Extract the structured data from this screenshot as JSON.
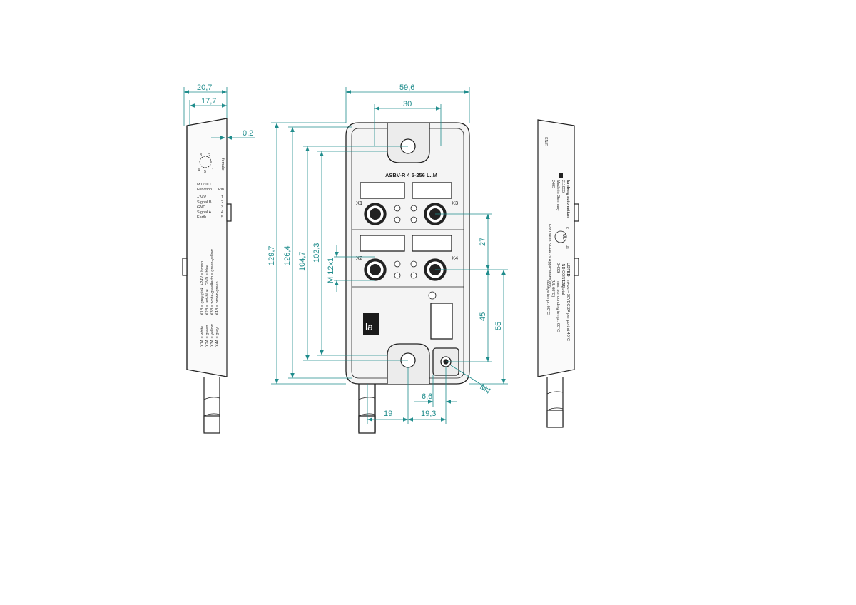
{
  "colors": {
    "dimension": "#1f8c8c",
    "outline": "#222222",
    "body_fill": "#f4f4f4"
  },
  "front": {
    "model": "ASBV-R 4 5-256 L..M",
    "ports": [
      "X1",
      "X2",
      "X3",
      "X4"
    ],
    "logo": "la"
  },
  "dimensions": {
    "top_width": "59,6",
    "top_hole_pitch": "30",
    "height_total": "129,7",
    "height_1264": "126,4",
    "height_1047": "104,7",
    "height_1023": "102,3",
    "thread": "M 12x1",
    "port_pitch": "27",
    "d45": "45",
    "d55": "55",
    "bottom_19": "19",
    "bottom_193": "19,3",
    "bottom_66": "6,6",
    "earth_screw": "M4",
    "side_total": "20,7",
    "side_inner": "17,7",
    "side_step": "0,2"
  },
  "left_side": {
    "connector_label": "female",
    "pin_numbers": [
      "3",
      "4",
      "5",
      "2",
      "1"
    ],
    "m12_title": "M12 I/O",
    "function_header": "Function",
    "pin_header": "Pin",
    "pins": [
      {
        "function": "+24V",
        "pin": "1"
      },
      {
        "function": "Signal B",
        "pin": "2"
      },
      {
        "function": "GND",
        "pin": "3"
      },
      {
        "function": "Signal A",
        "pin": "4"
      },
      {
        "function": "Earth",
        "pin": "5"
      }
    ],
    "wiring_1": [
      "+24V = brown",
      "GND = blue",
      "Earth = green-yellow"
    ],
    "wiring_2": [
      "X1B = grey-pink",
      "X2B = red-blue",
      "X3B = white-green",
      "X4B = brown-green"
    ],
    "wiring_3": [
      "X1A = white",
      "X2A = green",
      "X3A = yellow",
      "X4A = grey"
    ]
  },
  "right_side": {
    "serial": "SN/R",
    "brand": "lumberg automation",
    "made_in": "Made in Germany",
    "small_1": "211055",
    "small_2": "2405",
    "listed": "LISTED",
    "listed_code": "IND.CONT.EQ.",
    "listed_num": "3H8G",
    "nfpa": "For use in NFPA 79 Applications only",
    "ul_c": "c",
    "ul_mark": "UL",
    "ul_us": "us",
    "spec_1": "in+out= 30VDC 2A per port at 40°C",
    "spec_2": "12A total",
    "spec_3": "max. surrounding temp.: 60°C",
    "spec_4": "(UL 60°C)",
    "spec_5": "storage temp.: 60°C"
  }
}
